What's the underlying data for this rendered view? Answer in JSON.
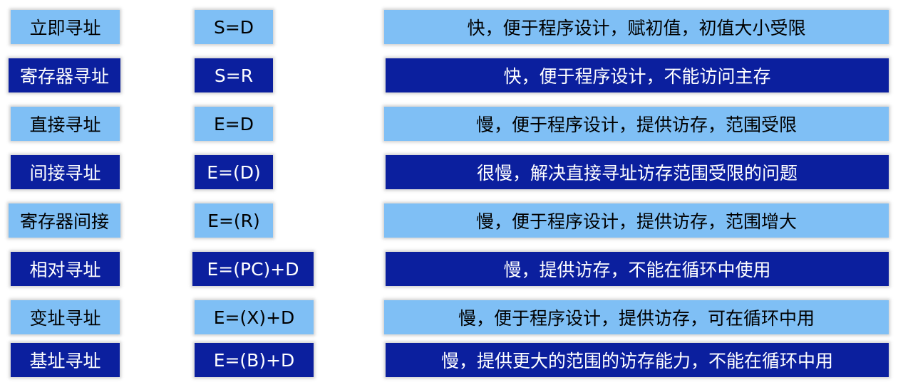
{
  "rows": [
    {
      "mode": "立即寻址",
      "formula": "S=D",
      "desc": "快，便于程序设计，赋初值，初值大小受限",
      "mode_style": "light",
      "formula_style": "light",
      "desc_style": "light"
    },
    {
      "mode": "寄存器寻址",
      "formula": "S=R",
      "desc": "快，便于程序设计，不能访问主存",
      "mode_style": "dark",
      "formula_style": "dark",
      "desc_style": "dark"
    },
    {
      "mode": "直接寻址",
      "formula": "E=D",
      "desc": "慢，便于程序设计，提供访存，范围受限",
      "mode_style": "light",
      "formula_style": "light",
      "desc_style": "light"
    },
    {
      "mode": "间接寻址",
      "formula": "E=(D)",
      "desc": "很慢，解决直接寻址访存范围受限的问题",
      "mode_style": "dark",
      "formula_style": "dark",
      "desc_style": "dark"
    },
    {
      "mode": "寄存器间接",
      "formula": "E=(R)",
      "desc": "慢，便于程序设计，提供访存，范围增大",
      "mode_style": "light",
      "formula_style": "light",
      "desc_style": "light"
    },
    {
      "mode": "相对寻址",
      "formula": "E=(PC)+D",
      "desc": "慢，提供访存，不能在循环中使用",
      "mode_style": "dark",
      "formula_style": "dark",
      "desc_style": "dark"
    },
    {
      "mode": "变址寻址",
      "formula": "E=(X)+D",
      "desc": "慢，便于程序设计，提供访存，可在循环中用",
      "mode_style": "light",
      "formula_style": "light",
      "desc_style": "light"
    },
    {
      "mode": "基址寻址",
      "formula": "E=(B)+D",
      "desc": "慢，提供更大的范围的访存能力，不能在循环中用",
      "mode_style": "dark",
      "formula_style": "dark",
      "desc_style": "dark"
    }
  ]
}
